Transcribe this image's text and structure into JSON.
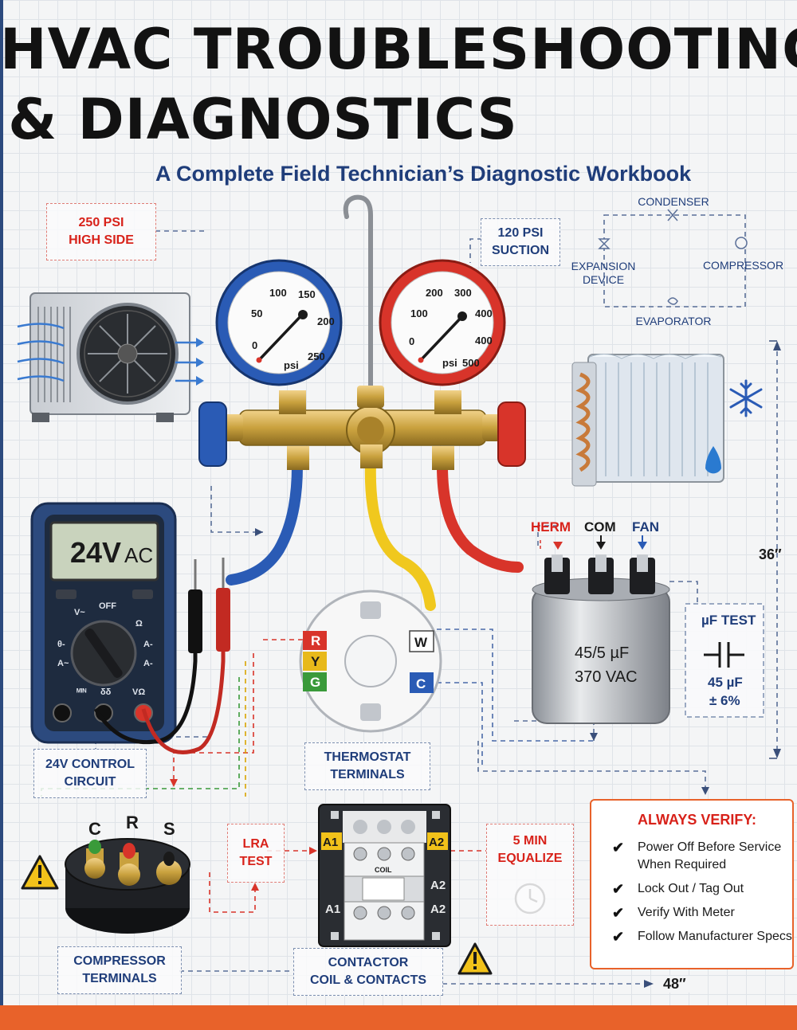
{
  "title": {
    "line1": "HVAC TROUBLESHOOTING",
    "line2": "& DIAGNOSTICS",
    "subtitle": "A Complete Field Technician’s Diagnostic Workbook"
  },
  "labels": {
    "high_side_line1": "250 PSI",
    "high_side_line2": "HIGH SIDE",
    "suction_line1": "120 PSI",
    "suction_line2": "SUCTION",
    "control_circuit_line1": "24V CONTROL",
    "control_circuit_line2": "CIRCUIT",
    "thermostat_line1": "THERMOSTAT",
    "thermostat_line2": "TERMINALS",
    "compressor_line1": "COMPRESSOR",
    "compressor_line2": "TERMINALS",
    "contactor_line1": "CONTACTOR",
    "contactor_line2": "COIL & CONTACTS",
    "lra_line1": "LRA",
    "lra_line2": "TEST",
    "equalize_line1": "5 MIN",
    "equalize_line2": "EQUALIZE",
    "uf_test_title": "µF TEST",
    "uf_test_value": "45 µF",
    "uf_test_tol": "± 6%"
  },
  "cycle": {
    "condenser": "CONDENSER",
    "compressor": "COMPRESSOR",
    "evaporator": "EVAPORATOR",
    "expansion_line1": "EXPANSION",
    "expansion_line2": "DEVICE"
  },
  "gauges": {
    "low": {
      "ticks": [
        "0",
        "50",
        "100",
        "150",
        "200",
        "250"
      ],
      "unit": "psi"
    },
    "high": {
      "ticks": [
        "0",
        "100",
        "200",
        "300",
        "400",
        "400",
        "500"
      ],
      "unit": "psi"
    }
  },
  "multimeter": {
    "display_value": "24V",
    "display_unit": "AC",
    "dial_labels": [
      "V~",
      "OFF",
      "Ω",
      "θ-",
      "A-",
      "A~",
      "A-",
      "ᴹᴵᴺ",
      "δδ",
      "VΩ"
    ]
  },
  "thermostat": {
    "terminals": [
      "R",
      "Y",
      "G",
      "W",
      "C"
    ]
  },
  "capacitor": {
    "terminals": [
      "HERM",
      "COM",
      "FAN"
    ],
    "rating": "45/5 µF",
    "voltage": "370 VAC"
  },
  "compressor_terminals": [
    "C",
    "R",
    "S"
  ],
  "contactor": {
    "a1": "A1",
    "a2": "A2",
    "coil": "COIL",
    "side_labels": [
      "A2",
      "A2",
      "A1"
    ]
  },
  "verify": {
    "title": "ALWAYS VERIFY:",
    "items": [
      "Power Off Before Service When Required",
      "Lock Out / Tag Out",
      "Verify With Meter",
      "Follow Manufacturer Specs"
    ]
  },
  "dimensions": {
    "height": "36″",
    "width": "48″"
  },
  "colors": {
    "accent": "#e8622a",
    "navy": "#1f3d7a",
    "alert_red": "#d8221a",
    "low_side_blue": "#2a5bb5",
    "high_side_red": "#d8342a",
    "brass": "#c9a13e"
  }
}
